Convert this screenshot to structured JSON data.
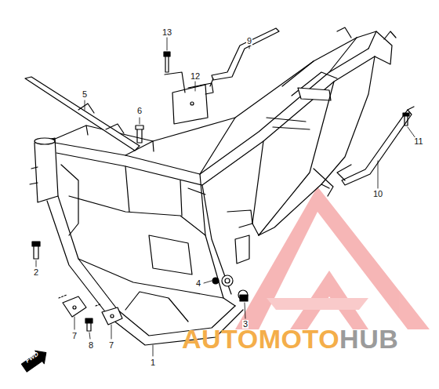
{
  "diagram": {
    "labels": [
      "13",
      "12",
      "9",
      "5",
      "6",
      "11",
      "10",
      "2",
      "4",
      "3",
      "7",
      "8",
      "7",
      "1",
      "FWD",
      "AUTOMOTO",
      "HUB"
    ]
  }
}
